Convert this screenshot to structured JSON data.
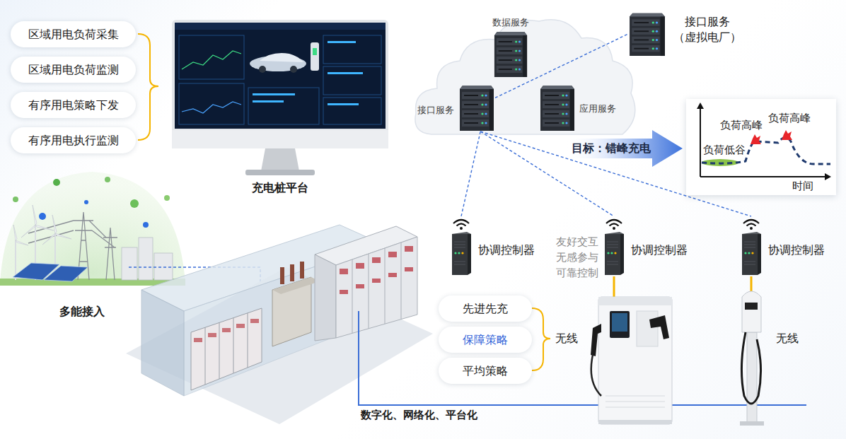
{
  "diagram": {
    "nodes": [
      {
        "text": [
          "区域用电负荷采集"
        ]
      },
      {
        "text": [
          "区域用电负荷监测"
        ]
      },
      {
        "text": [
          "有序用电策略下发"
        ]
      },
      {
        "text": [
          "有序用电执行监测"
        ]
      },
      {
        "text": [
          "充电桩平台"
        ]
      },
      {
        "text": [
          "数据服务"
        ]
      },
      {
        "text": [
          "接口服务"
        ]
      },
      {
        "text": [
          "应用服务"
        ]
      },
      {
        "text": [
          "接口服务 （虚拟电厂）"
        ]
      },
      {
        "text": [
          "目标：错峰充电"
        ]
      },
      {
        "text": [
          "负荷高峰",
          "负荷高峰",
          "负荷低谷",
          "时间"
        ]
      },
      {
        "text": [
          "协调控制器"
        ]
      },
      {
        "text": [
          "协调控制器"
        ]
      },
      {
        "text": [
          "协调控制器"
        ]
      },
      {
        "text": [
          "先进先充"
        ]
      },
      {
        "text": [
          "保障策略"
        ]
      },
      {
        "text": [
          "平均策略"
        ]
      }
    ],
    "edges": [
      {
        "from": 6,
        "to": 8,
        "arrow": "none"
      },
      {
        "from": 6,
        "to": 11,
        "arrow": "none"
      },
      {
        "from": 6,
        "to": 12,
        "arrow": "none"
      },
      {
        "from": 6,
        "to": 13,
        "arrow": "none"
      }
    ],
    "labels": [
      "友好交互 无感参与 可靠控制",
      "无线",
      "无线",
      "多能接入",
      "数字化、网络化、平台化"
    ]
  }
}
